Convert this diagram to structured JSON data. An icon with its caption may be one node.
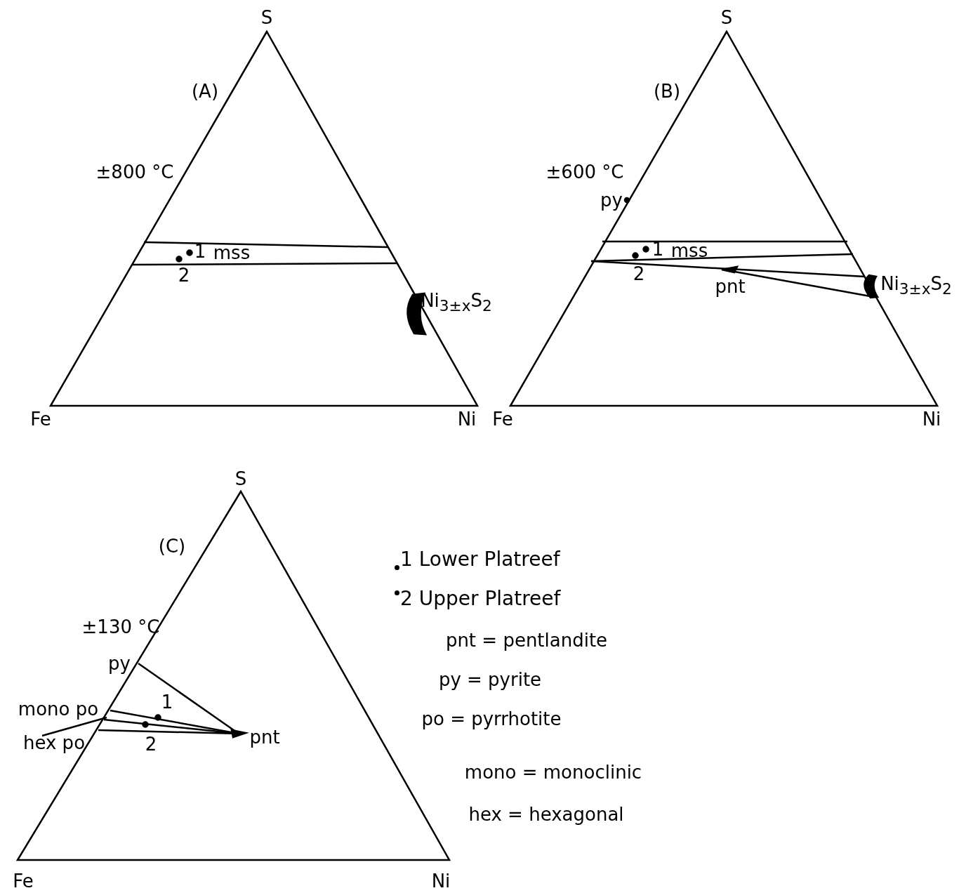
{
  "diagram": {
    "labels": [
      "S",
      "(A)",
      "±800 °C",
      "1",
      "mss",
      "2",
      "Ni$_{3±x}$S$_{2}$",
      "Fe",
      "Ni",
      "S",
      "(B)",
      "±600 °C",
      "py",
      "1",
      "mss",
      "2",
      "pnt",
      "Ni$_{3±x}$S$_{2}$",
      "Fe",
      "Ni",
      "S",
      "(C)",
      "±130 °C",
      "py",
      "mono po",
      "1",
      "hex po",
      "2",
      "pnt",
      "Fe",
      "Ni",
      "pnt = pentlandite",
      "py = pyrite",
      "po = pyrrhotite",
      "mono = monoclinic",
      "hex = hexagonal"
    ],
    "legend": [
      {
        "text": "1 Lower Platreef"
      },
      {
        "text": "2 Upper Platreef"
      }
    ]
  }
}
